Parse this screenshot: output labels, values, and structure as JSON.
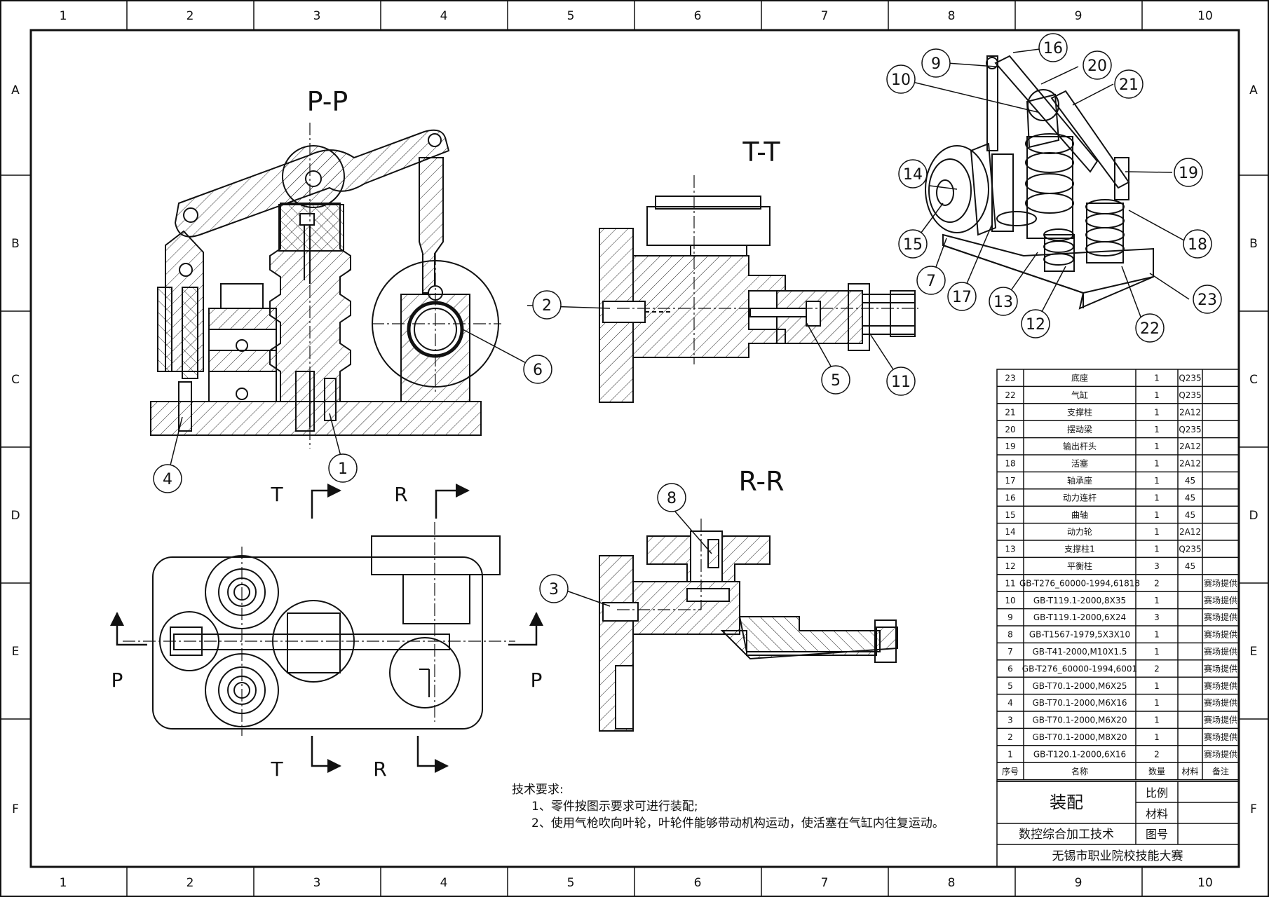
{
  "frame": {
    "columns": [
      "1",
      "2",
      "3",
      "4",
      "5",
      "6",
      "7",
      "8",
      "9",
      "10"
    ],
    "rows": [
      "A",
      "B",
      "C",
      "D",
      "E",
      "F"
    ]
  },
  "views": {
    "pp": "P-P",
    "tt": "T-T",
    "rr": "R-R"
  },
  "section_marks": {
    "t": "T",
    "r": "R",
    "p": "P"
  },
  "callouts": {
    "c1": "1",
    "c2": "2",
    "c3": "3",
    "c4": "4",
    "c5": "5",
    "c6": "6",
    "c7": "7",
    "c8": "8",
    "c9": "9",
    "c10": "10",
    "c11": "11",
    "c12": "12",
    "c13": "13",
    "c14": "14",
    "c15": "15",
    "c16": "16",
    "c17": "17",
    "c18": "18",
    "c19": "19",
    "c20": "20",
    "c21": "21",
    "c22": "22",
    "c23": "23"
  },
  "notes": {
    "title": "技术要求:",
    "line1": "1、零件按图示要求可进行装配;",
    "line2": "2、使用气枪吹向叶轮，叶轮件能够带动机构运动，使活塞在气缸内往复运动。"
  },
  "bom": {
    "rows": [
      [
        "23",
        "底座",
        "1",
        "Q235",
        ""
      ],
      [
        "22",
        "气缸",
        "1",
        "Q235",
        ""
      ],
      [
        "21",
        "支撑柱",
        "1",
        "2A12",
        ""
      ],
      [
        "20",
        "摆动梁",
        "1",
        "Q235",
        ""
      ],
      [
        "19",
        "输出杆头",
        "1",
        "2A12",
        ""
      ],
      [
        "18",
        "活塞",
        "1",
        "2A12",
        ""
      ],
      [
        "17",
        "轴承座",
        "1",
        "45",
        ""
      ],
      [
        "16",
        "动力连杆",
        "1",
        "45",
        ""
      ],
      [
        "15",
        "曲轴",
        "1",
        "45",
        ""
      ],
      [
        "14",
        "动力轮",
        "1",
        "2A12",
        ""
      ],
      [
        "13",
        "支撑柱1",
        "1",
        "Q235",
        ""
      ],
      [
        "12",
        "平衡柱",
        "3",
        "45",
        ""
      ],
      [
        "11",
        "GB-T276_60000-1994,61818",
        "2",
        "",
        "赛场提供"
      ],
      [
        "10",
        "GB-T119.1-2000,8X35",
        "1",
        "",
        "赛场提供"
      ],
      [
        "9",
        "GB-T119.1-2000,6X24",
        "3",
        "",
        "赛场提供"
      ],
      [
        "8",
        "GB-T1567-1979,5X3X10",
        "1",
        "",
        "赛场提供"
      ],
      [
        "7",
        "GB-T41-2000,M10X1.5",
        "1",
        "",
        "赛场提供"
      ],
      [
        "6",
        "GB-T276_60000-1994,6001",
        "2",
        "",
        "赛场提供"
      ],
      [
        "5",
        "GB-T70.1-2000,M6X25",
        "1",
        "",
        "赛场提供"
      ],
      [
        "4",
        "GB-T70.1-2000,M6X16",
        "1",
        "",
        "赛场提供"
      ],
      [
        "3",
        "GB-T70.1-2000,M6X20",
        "1",
        "",
        "赛场提供"
      ],
      [
        "2",
        "GB-T70.1-2000,M8X20",
        "1",
        "",
        "赛场提供"
      ],
      [
        "1",
        "GB-T120.1-2000,6X16",
        "2",
        "",
        "赛场提供"
      ]
    ],
    "header": {
      "no": "序号",
      "name": "名称",
      "qty": "数量",
      "material": "材料",
      "remark": "备注"
    }
  },
  "title_block": {
    "drawing_title": "装配",
    "scale_label": "比例",
    "material_label": "材料",
    "drawing_no_label": "图号",
    "course": "数控综合加工技术",
    "organization": "无锡市职业院校技能大赛"
  }
}
